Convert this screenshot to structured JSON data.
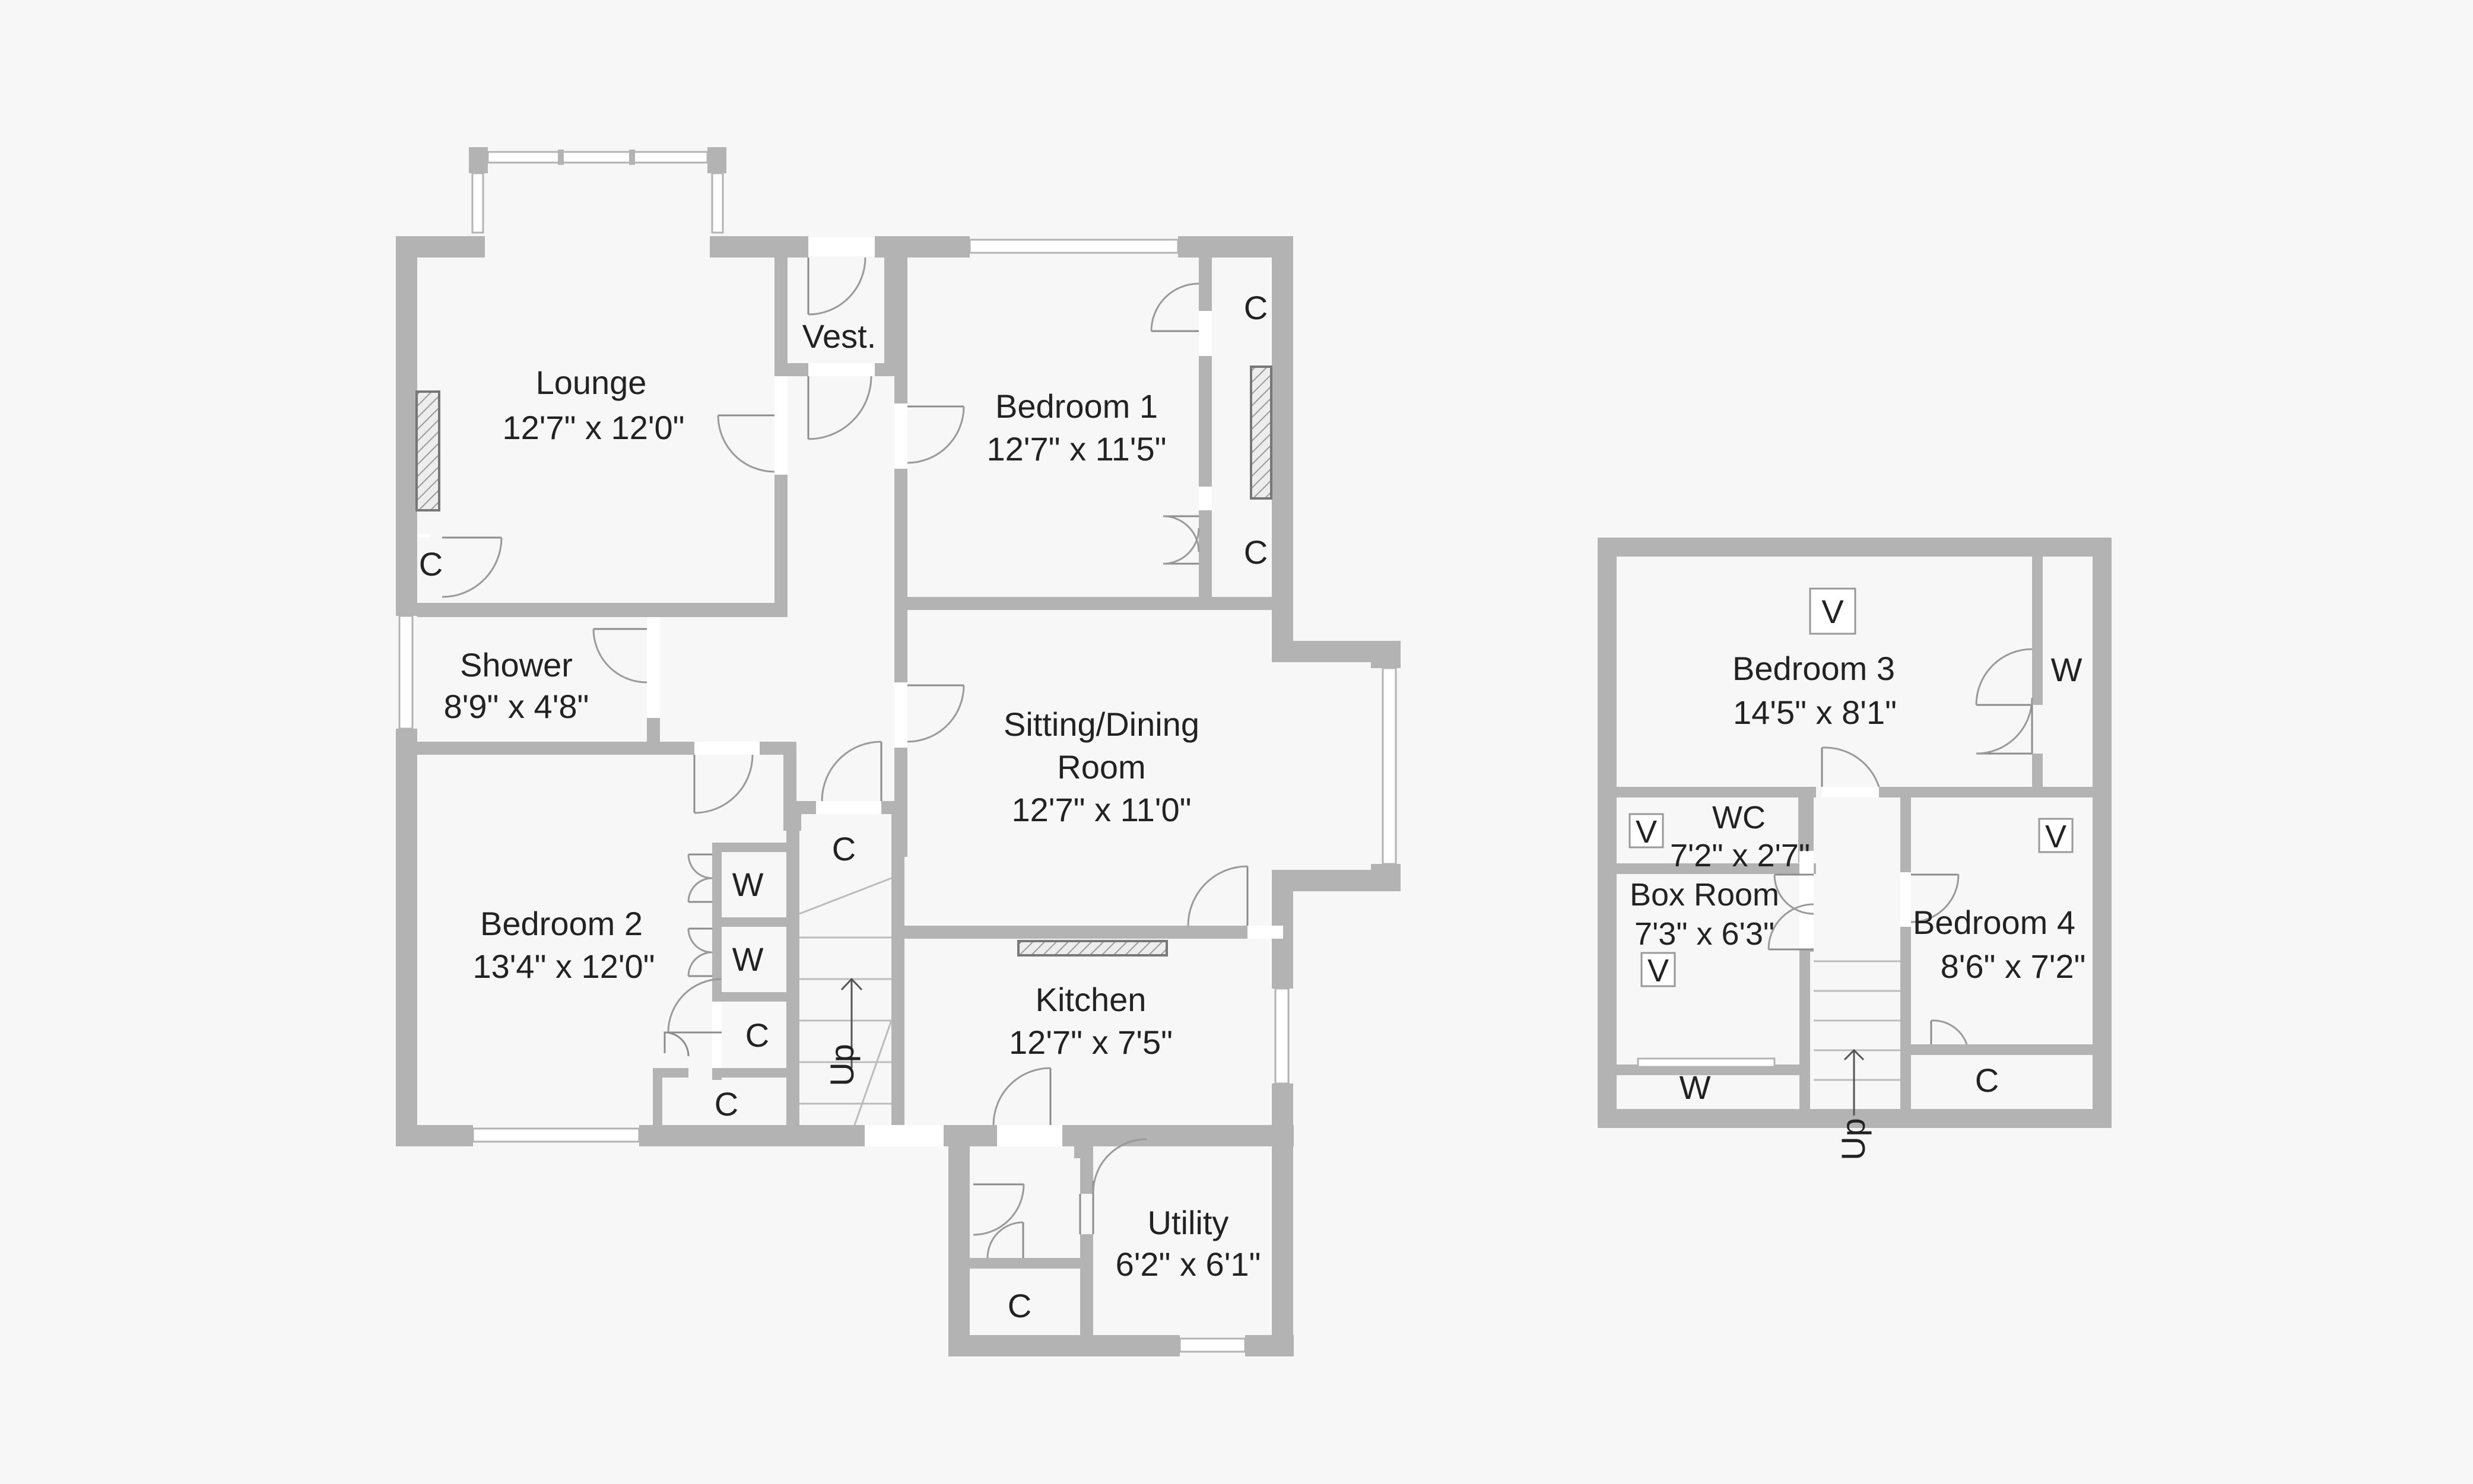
{
  "ground_floor": {
    "lounge": {
      "name": "Lounge",
      "size": "12'7\" x 12'0\""
    },
    "vestibule": {
      "name": "Vest."
    },
    "bedroom_1": {
      "name": "Bedroom 1",
      "size": "12'7\" x 11'5\""
    },
    "shower": {
      "name": "Shower",
      "size": "8'9\" x 4'8\""
    },
    "sitting_dining": {
      "name_line1": "Sitting/Dining",
      "name_line2": "Room",
      "size": "12'7\" x 11'0\""
    },
    "bedroom_2": {
      "name": "Bedroom 2",
      "size": "13'4\" x 12'0\""
    },
    "kitchen": {
      "name": "Kitchen",
      "size": "12'7\" x 7'5\""
    },
    "utility": {
      "name": "Utility",
      "size": "6'2\" x 6'1\""
    },
    "cupboard_label": "C",
    "wardrobe_label": "W",
    "stairs_label": "Up"
  },
  "first_floor": {
    "bedroom_3": {
      "name": "Bedroom 3",
      "size": "14'5\" x 8'1\""
    },
    "wc": {
      "name": "WC",
      "size": "7'2\" x 2'7\""
    },
    "box_room": {
      "name": "Box Room",
      "size": "7'3\" x 6'3\""
    },
    "bedroom_4": {
      "name": "Bedroom 4",
      "size": "8'6\" x 7'2\""
    },
    "velux_label": "V",
    "cupboard_label": "C",
    "wardrobe_label": "W",
    "stairs_label": "Up"
  }
}
